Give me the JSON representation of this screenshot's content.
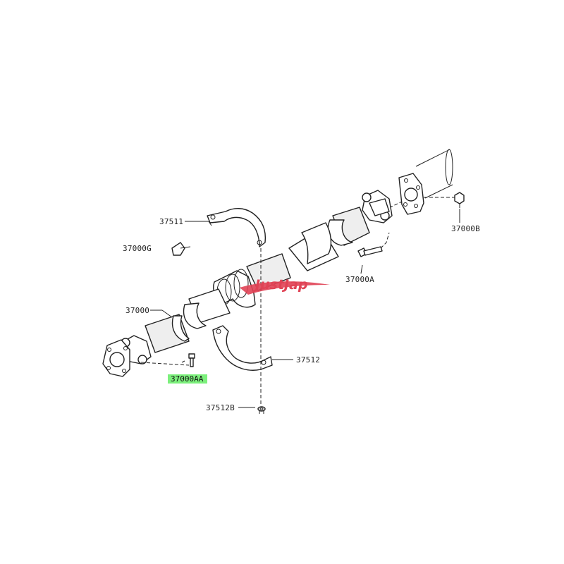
{
  "diagram": {
    "part_labels": {
      "bracket_upper": "37511",
      "bushing": "37000G",
      "shaft_assembly": "37000",
      "bolt_front": "37000AA",
      "bolt_rear": "37000A",
      "nut": "37000B",
      "bracket_lower": "37512",
      "washer": "37512B"
    },
    "highlighted_part": "37000AA",
    "highlight_color": "#7CF07C",
    "watermark": "JustJap",
    "watermark_color": "#e04355"
  }
}
